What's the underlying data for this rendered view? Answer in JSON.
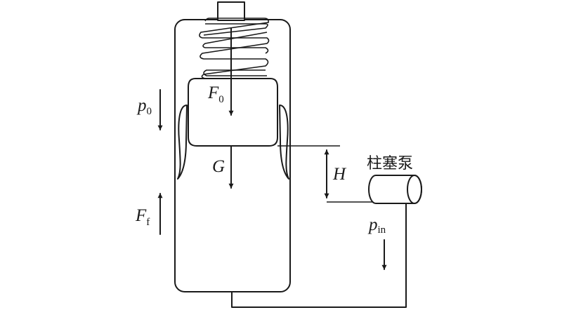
{
  "labels": {
    "p0": {
      "main": "p",
      "sub": "0"
    },
    "F0": {
      "main": "F",
      "sub": "0"
    },
    "G": {
      "main": "G"
    },
    "H": {
      "main": "H"
    },
    "Ff": {
      "main": "F",
      "sub": "f"
    },
    "pin": {
      "main": "p",
      "sub": "in"
    },
    "pump": "柱塞泵"
  },
  "colors": {
    "ink": "#1a1a1a",
    "background": "#ffffff"
  }
}
